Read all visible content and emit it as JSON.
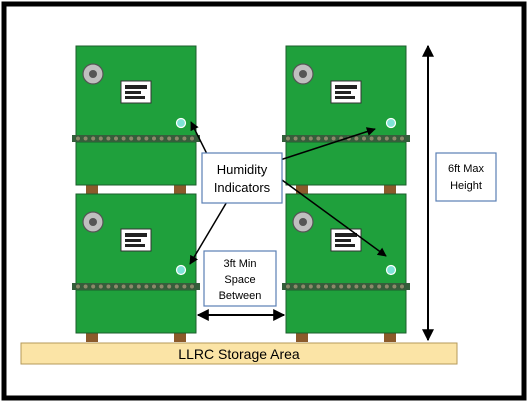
{
  "labels": {
    "humidity": [
      "Humidity",
      "Indicators"
    ],
    "spacing": [
      "3ft Min",
      "Space",
      "Between"
    ],
    "height": [
      "6ft Max",
      "Height"
    ],
    "storage_area": "LLRC Storage Area"
  },
  "colors": {
    "frame": "#000000",
    "container_fill": "#1fa03c",
    "container_stroke": "#1b5e2b",
    "band": "#355e3b",
    "rivet": "#8a8a6a",
    "foot": "#8b5a2b",
    "pallet_fill": "#fbe4a6",
    "pallet_stroke": "#b59a5a",
    "indicator": "#7fe3d6",
    "dial_outer": "#bfbfbf",
    "plate_fill": "#ffffff",
    "plate_lines": "#222222",
    "label_box_stroke": "#5b7fb5"
  },
  "icons": [
    "dial-icon",
    "nameplate-icon",
    "humidity-indicator-icon"
  ]
}
